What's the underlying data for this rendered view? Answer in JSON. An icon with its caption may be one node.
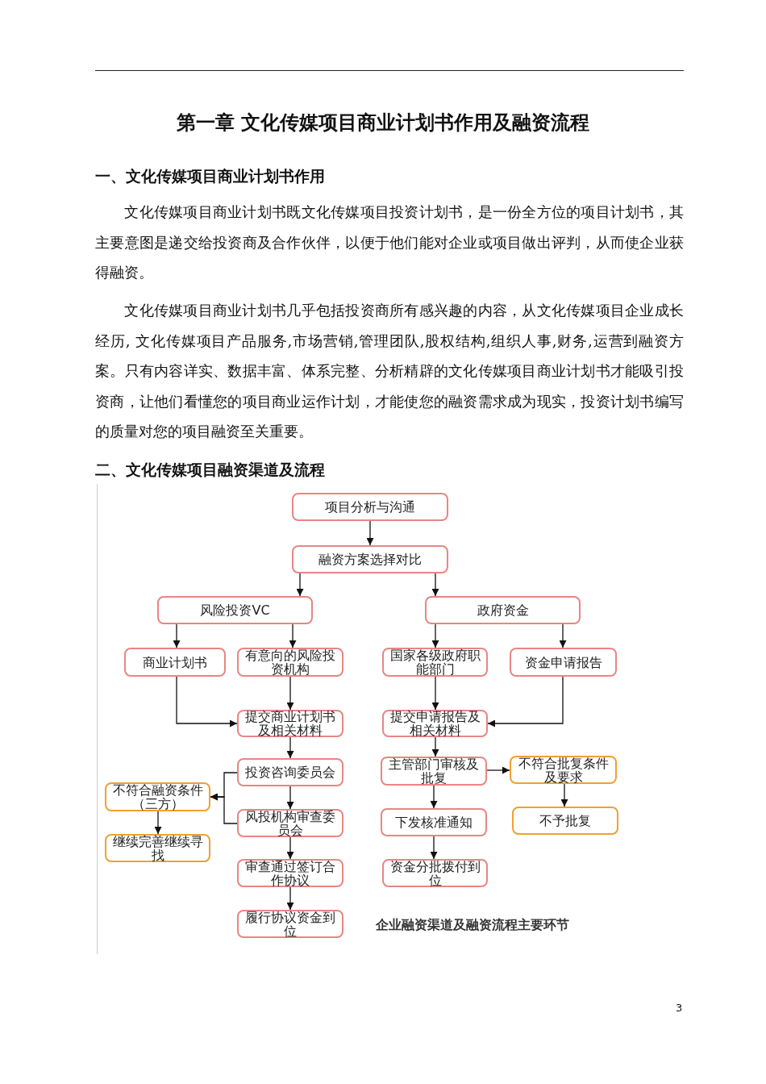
{
  "diagram": {
    "title": "第一章 文化传媒项目商业计划书作用及融资流程",
    "caption": "企业融资渠道及融资流程主要环节",
    "nodes": [
      {
        "text": [
          "项目分析与沟通"
        ]
      },
      {
        "text": [
          "融资方案选择对比"
        ]
      },
      {
        "text": [
          "风险投资VC"
        ]
      },
      {
        "text": [
          "政府资金"
        ]
      },
      {
        "text": [
          "商业计划书"
        ]
      },
      {
        "text": [
          "有意向的风险投资机构"
        ]
      },
      {
        "text": [
          "国家各级政府职能部门"
        ]
      },
      {
        "text": [
          "资金申请报告"
        ]
      },
      {
        "text": [
          "提交商业计划书及相关材料"
        ]
      },
      {
        "text": [
          "提交申请报告及相关材料"
        ]
      },
      {
        "text": [
          "投资咨询委员会"
        ]
      },
      {
        "text": [
          "不符合融资条件（三方）"
        ]
      },
      {
        "text": [
          "风投机构审查委员会"
        ]
      },
      {
        "text": [
          "主管部门审核及批复"
        ]
      },
      {
        "text": [
          "不符合批复条件及要求"
        ]
      },
      {
        "text": [
          "继续完善继续寻找"
        ]
      },
      {
        "text": [
          "下发核准通知"
        ]
      },
      {
        "text": [
          "不予批复"
        ]
      },
      {
        "text": [
          "审查通过签订合作协议"
        ]
      },
      {
        "text": [
          "资金分批拨付到位"
        ]
      },
      {
        "text": [
          "履行协议资金到位"
        ]
      }
    ],
    "edges": [
      {
        "from": 0,
        "to": 1,
        "arrow": "to"
      },
      {
        "from": 1,
        "to": 2,
        "arrow": "to"
      },
      {
        "from": 1,
        "to": 3,
        "arrow": "to"
      },
      {
        "from": 2,
        "to": 4,
        "arrow": "to"
      },
      {
        "from": 2,
        "to": 5,
        "arrow": "to"
      },
      {
        "from": 3,
        "to": 6,
        "arrow": "to"
      },
      {
        "from": 3,
        "to": 7,
        "arrow": "to"
      },
      {
        "from": 4,
        "to": 8,
        "arrow": "to"
      },
      {
        "from": 5,
        "to": 8,
        "arrow": "to"
      },
      {
        "from": 6,
        "to": 9,
        "arrow": "to"
      },
      {
        "from": 7,
        "to": 9,
        "arrow": "to"
      },
      {
        "from": 8,
        "to": 10,
        "arrow": "to"
      },
      {
        "from": 10,
        "to": 12,
        "arrow": "to"
      },
      {
        "from": 10,
        "to": 11,
        "arrow": "to"
      },
      {
        "from": 12,
        "to": 11,
        "arrow": "to"
      },
      {
        "from": 11,
        "to": 15,
        "arrow": "to"
      },
      {
        "from": 12,
        "to": 18,
        "arrow": "to"
      },
      {
        "from": 18,
        "to": 20,
        "arrow": "to"
      },
      {
        "from": 9,
        "to": 13,
        "arrow": "to"
      },
      {
        "from": 13,
        "to": 14,
        "arrow": "to"
      },
      {
        "from": 13,
        "to": 16,
        "arrow": "to"
      },
      {
        "from": 14,
        "to": 17,
        "arrow": "to"
      },
      {
        "from": 16,
        "to": 19,
        "arrow": "to"
      }
    ],
    "labels": [
      "一、文化传媒项目商业计划书作用",
      "文化传媒项目商业计划书既文化传媒项目投资计划书，是一份全方位的项目计划书，其主要意图是递交给投资商及合作伙伴，以便于他们能对企业或项目做出评判，从而使企业获得融资。",
      "文化传媒项目商业计划书几乎包括投资商所有感兴趣的内容，从文化传媒项目企业成长经历, 文化传媒项目产品服务,市场营销,管理团队,股权结构,组织人事,财务,运营到融资方案。只有内容详实、数据丰富、体系完整、分析精辟的文化传媒项目商业计划书才能吸引投资商，让他们看懂您的项目商业运作计划，才能使您的融资需求成为现实，投资计划书编写的质量对您的项目融资至关重要。",
      "二、文化传媒项目融资渠道及流程",
      "3"
    ]
  }
}
